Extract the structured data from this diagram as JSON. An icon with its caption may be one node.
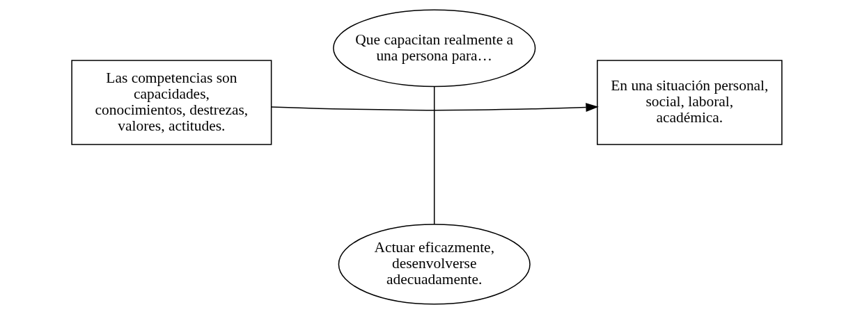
{
  "diagram": {
    "nodes": [
      {
        "text": [
          "Las competencias son capacidades, conocimientos, destrezas, valores, actitudes."
        ]
      },
      {
        "text": [
          "Que capacitan realmente a una persona para…"
        ]
      },
      {
        "text": [
          "Actuar eficazmente, desenvolverse adecuadamente."
        ]
      },
      {
        "text": [
          "En una situación personal, social, laboral, académica."
        ]
      }
    ],
    "edges": [
      {
        "from": 0,
        "to": 3,
        "arrow": "to"
      },
      {
        "from": 1,
        "to": 2,
        "arrow": "none"
      }
    ]
  }
}
